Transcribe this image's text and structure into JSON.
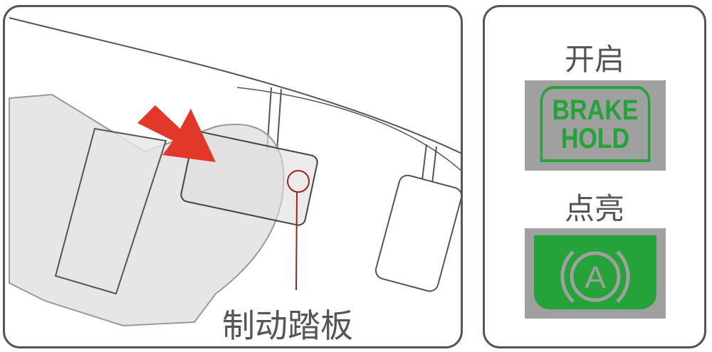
{
  "left_panel": {
    "pedal_label": "制动踏板"
  },
  "right_panel": {
    "on_label": "开启",
    "brake_hold_text": [
      "BRAKE",
      "HOLD"
    ],
    "lit_label": "点亮",
    "auto_hold_symbol": "A"
  },
  "colors": {
    "green": "#25a339",
    "indicator_gray": "#a0a0a0",
    "arrow_red": "#e2382a",
    "line": "#555555"
  }
}
